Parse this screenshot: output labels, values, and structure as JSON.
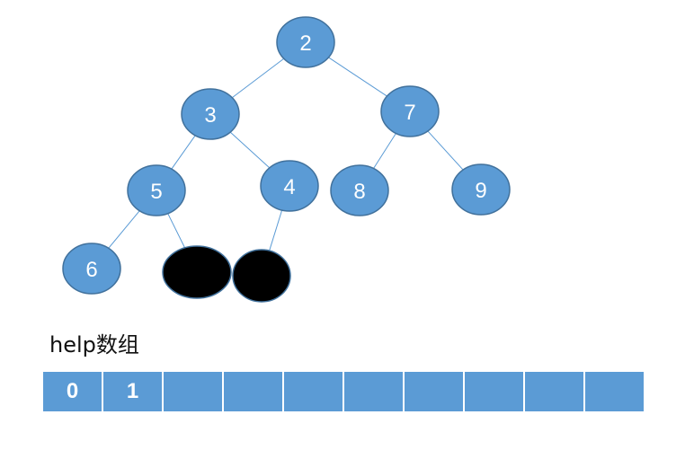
{
  "tree": {
    "nodes": [
      {
        "id": "n2",
        "label": "2",
        "fill": "#5b9bd5"
      },
      {
        "id": "n3",
        "label": "3",
        "fill": "#5b9bd5"
      },
      {
        "id": "n7",
        "label": "7",
        "fill": "#5b9bd5"
      },
      {
        "id": "n5",
        "label": "5",
        "fill": "#5b9bd5"
      },
      {
        "id": "n4",
        "label": "4",
        "fill": "#5b9bd5"
      },
      {
        "id": "n8",
        "label": "8",
        "fill": "#5b9bd5"
      },
      {
        "id": "n9",
        "label": "9",
        "fill": "#5b9bd5"
      },
      {
        "id": "n6",
        "label": "6",
        "fill": "#5b9bd5"
      },
      {
        "id": "b1",
        "label": "",
        "fill": "#000000"
      },
      {
        "id": "b2",
        "label": "",
        "fill": "#000000"
      }
    ],
    "edges": [
      {
        "from": "n2",
        "to": "n3"
      },
      {
        "from": "n2",
        "to": "n7"
      },
      {
        "from": "n3",
        "to": "n5"
      },
      {
        "from": "n3",
        "to": "n4"
      },
      {
        "from": "n7",
        "to": "n8"
      },
      {
        "from": "n7",
        "to": "n9"
      },
      {
        "from": "n5",
        "to": "n6"
      },
      {
        "from": "n5",
        "to": "b1"
      },
      {
        "from": "n4",
        "to": "b2"
      }
    ],
    "colors": {
      "node_fill": "#5b9bd5",
      "node_stroke": "#41719c",
      "edge": "#5b9bd5",
      "black_node": "#000000"
    }
  },
  "help_array": {
    "label": "help数组",
    "cells": [
      "0",
      "1",
      "",
      "",
      "",
      "",
      "",
      "",
      "",
      ""
    ],
    "color": "#5b9bd5"
  }
}
